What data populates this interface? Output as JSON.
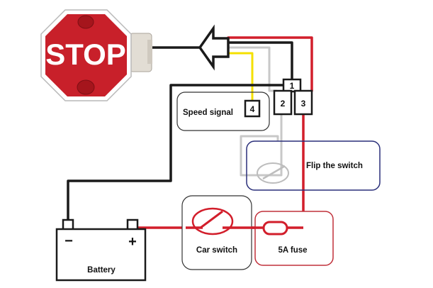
{
  "stop_sign": {
    "text": "STOP"
  },
  "terminals": {
    "t1": "1",
    "t2": "2",
    "t3": "3",
    "t4": "4"
  },
  "labels": {
    "speed_signal": "Speed signal",
    "flip_switch": "Flip the switch",
    "car_switch": "Car switch",
    "fuse": "5A fuse",
    "battery": "Battery",
    "battery_minus": "−",
    "battery_plus": "+"
  },
  "colors": {
    "sign_red": "#c8202a",
    "wire_black": "#1a1a1a",
    "wire_red": "#d21e2b",
    "wire_yellow": "#f4e000",
    "wire_gray": "#c8c8c8",
    "fuse_box": "#c0303a",
    "flip_box": "#2a2f7a"
  }
}
